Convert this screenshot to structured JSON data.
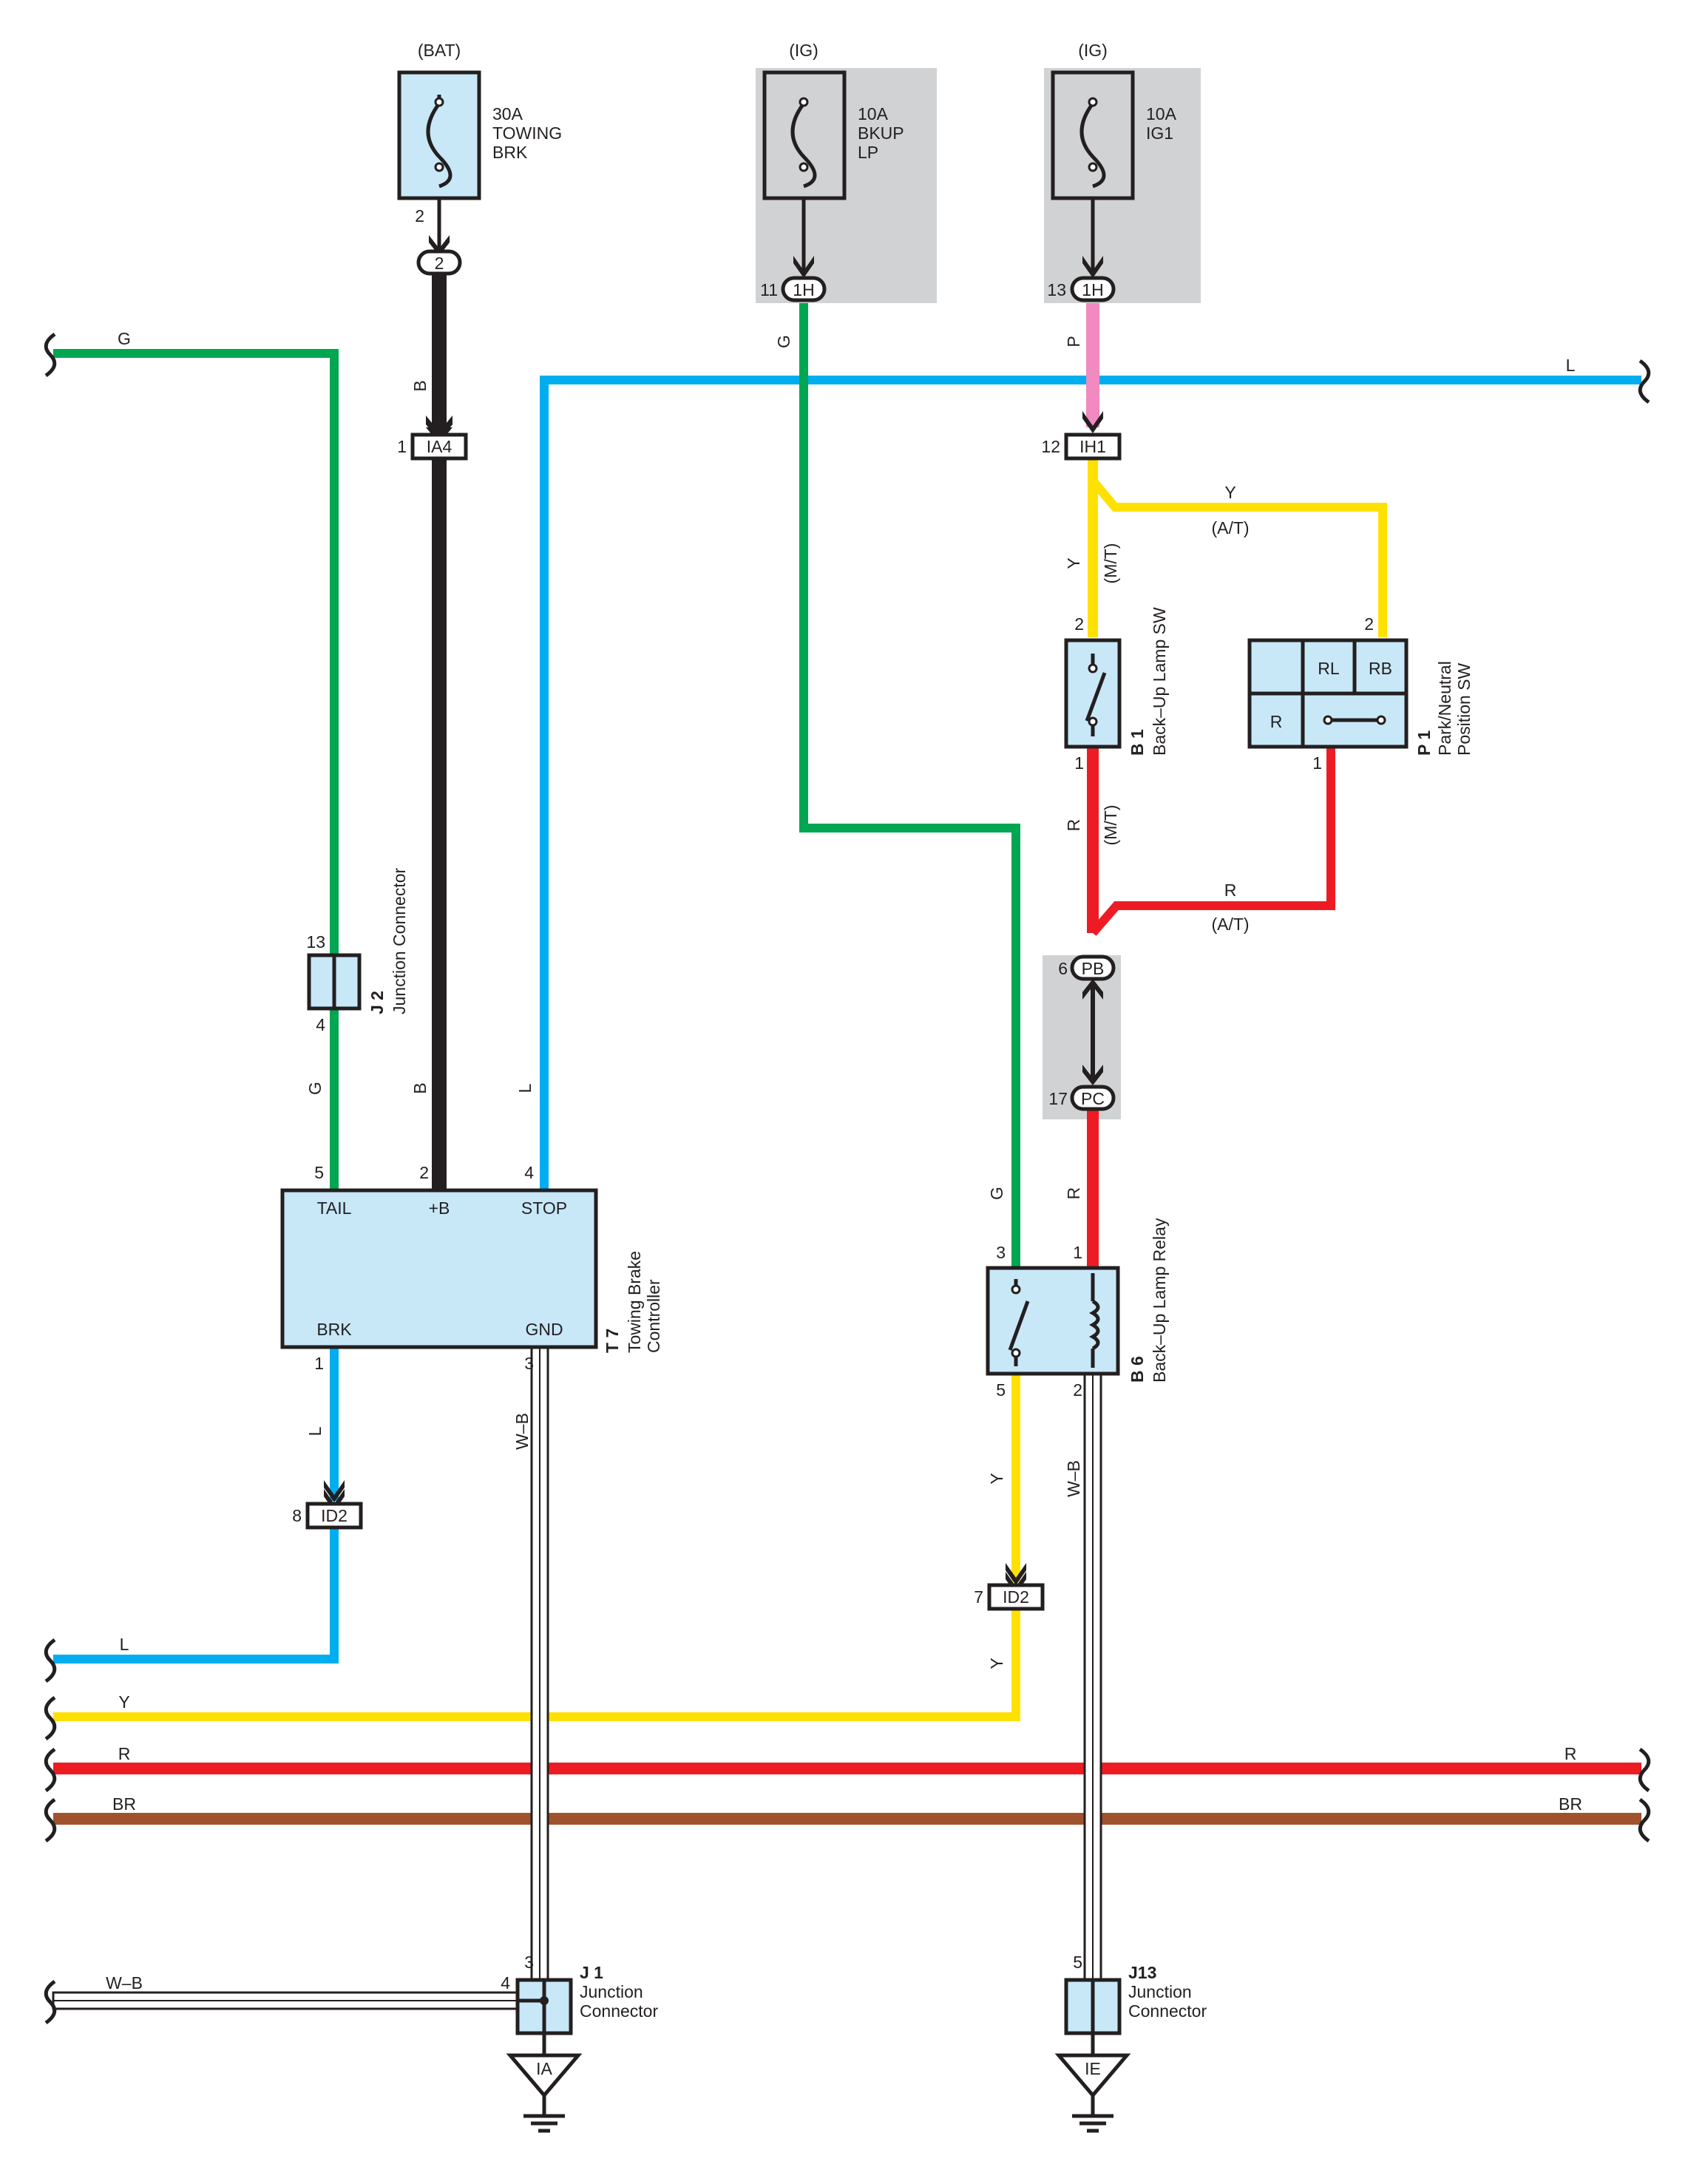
{
  "colors": {
    "G": "#00a651",
    "B": "#231f20",
    "L": "#00aeef",
    "P": "#f08ac0",
    "Y": "#ffe100",
    "R": "#ed1c24",
    "BR": "#a0522d",
    "box_fill": "#c8e8f8",
    "shade": "#d1d2d4"
  },
  "power": {
    "bat": "(BAT)",
    "ig_left": "(IG)",
    "ig_right": "(IG)"
  },
  "fuses": {
    "towing": {
      "line1": "30A",
      "line2": "TOWING",
      "line3": "BRK",
      "pin": "2",
      "connector": "2"
    },
    "bkup": {
      "line1": "10A",
      "line2": "BKUP",
      "line3": "LP",
      "pin": "11",
      "connector": "1H"
    },
    "ig1": {
      "line1": "10A",
      "line2": "IG1",
      "pin": "13",
      "connector": "1H"
    }
  },
  "connectors": {
    "ia4": {
      "name": "IA4",
      "pin": "1"
    },
    "ih1": {
      "name": "IH1",
      "pin": "12"
    },
    "id2_left": {
      "name": "ID2",
      "pin": "8"
    },
    "id2_right": {
      "name": "ID2",
      "pin": "7"
    },
    "pb": {
      "name": "PB",
      "pin": "6"
    },
    "pc": {
      "name": "PC",
      "pin": "17"
    }
  },
  "components": {
    "j2": {
      "code": "J 2",
      "desc": "Junction Connector",
      "pin_top": "13",
      "pin_bottom": "4"
    },
    "t7": {
      "code": "T 7",
      "desc1": "Towing Brake",
      "desc2": "Controller",
      "tail": "TAIL",
      "plus_b": "+B",
      "stop": "STOP",
      "brk": "BRK",
      "gnd": "GND",
      "pin_tail": "5",
      "pin_plus_b": "2",
      "pin_stop": "4",
      "pin_brk": "1",
      "pin_gnd": "3"
    },
    "b1": {
      "code": "B 1",
      "desc": "Back–Up Lamp SW",
      "pin_top": "2",
      "pin_bottom": "1"
    },
    "p1": {
      "code": "P 1",
      "desc1": "Park/Neutral",
      "desc2": "Position SW",
      "rl": "RL",
      "rb": "RB",
      "r": "R",
      "pin_top": "2",
      "pin_bottom": "1"
    },
    "b6": {
      "code": "B 6",
      "desc": "Back–Up Lamp Relay",
      "pin3": "3",
      "pin1": "1",
      "pin5": "5",
      "pin2": "2"
    },
    "j1": {
      "code": "J 1",
      "desc1": "Junction",
      "desc2": "Connector",
      "pin_top": "3",
      "pin_left": "4"
    },
    "j13": {
      "code": "J13",
      "desc1": "Junction",
      "desc2": "Connector",
      "pin_top": "5"
    }
  },
  "grounds": {
    "left": "IA",
    "right": "IE"
  },
  "wire_labels": {
    "g": "G",
    "b": "B",
    "l": "L",
    "p": "P",
    "y": "Y",
    "r": "R",
    "br": "BR",
    "wb": "W–B",
    "mt": "(M/T)",
    "at": "(A/T)"
  }
}
